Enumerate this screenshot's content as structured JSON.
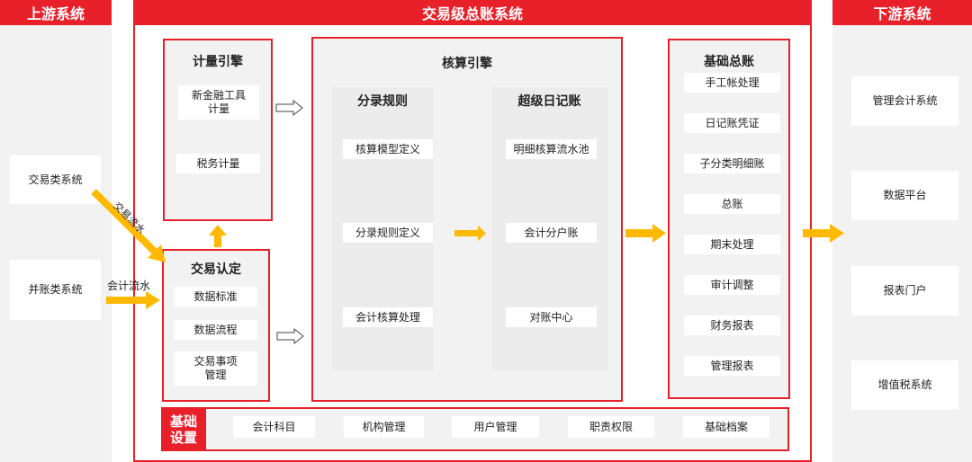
{
  "upstream": {
    "title": "上游系统",
    "items": [
      "交易类系统",
      "并账类系统"
    ]
  },
  "main": {
    "title": "交易级总账系统",
    "metering": {
      "title": "计量引擎",
      "items": [
        "新金融工具\n计量",
        "税务计量"
      ]
    },
    "recognition": {
      "title": "交易认定",
      "items": [
        "数据标准",
        "数据流程",
        "交易事项\n管理"
      ]
    },
    "accounting": {
      "title": "核算引擎",
      "rules": {
        "title": "分录规则",
        "items": [
          "核算模型定义",
          "分录规则定义",
          "会计核算处理"
        ]
      },
      "journal": {
        "title": "超级日记账",
        "items": [
          "明细核算流水池",
          "会计分户账",
          "对账中心"
        ]
      }
    },
    "ledger": {
      "title": "基础总账",
      "items": [
        "手工帐处理",
        "日记账凭证",
        "子分类明细账",
        "总账",
        "期末处理",
        "审计调整",
        "财务报表",
        "管理报表"
      ]
    },
    "base": {
      "title": "基础\n设置",
      "items": [
        "会计科目",
        "机构管理",
        "用户管理",
        "职责权限",
        "基础档案"
      ]
    }
  },
  "downstream": {
    "title": "下游系统",
    "items": [
      "管理会计系统",
      "数据平台",
      "报表门户",
      "增值税系统"
    ]
  },
  "flows": {
    "transaction_flow": "交易流水",
    "accounting_flow": "会计流水"
  },
  "colors": {
    "accent": "#e8202a",
    "arrow": "#ffb900",
    "panel": "#f2f2f2"
  }
}
